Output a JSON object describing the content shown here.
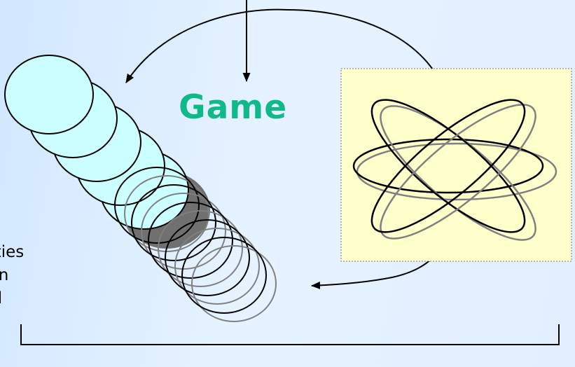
{
  "game_label": "Game",
  "game_color": "#10b98a",
  "side_label_lines": [
    "uaties",
    "van",
    "eld"
  ],
  "panel_background": "#ffffcc",
  "circle_fill": "#ccffff",
  "shadow_color": "#707070",
  "ellipse_colors": [
    "#000000",
    "#808080"
  ]
}
